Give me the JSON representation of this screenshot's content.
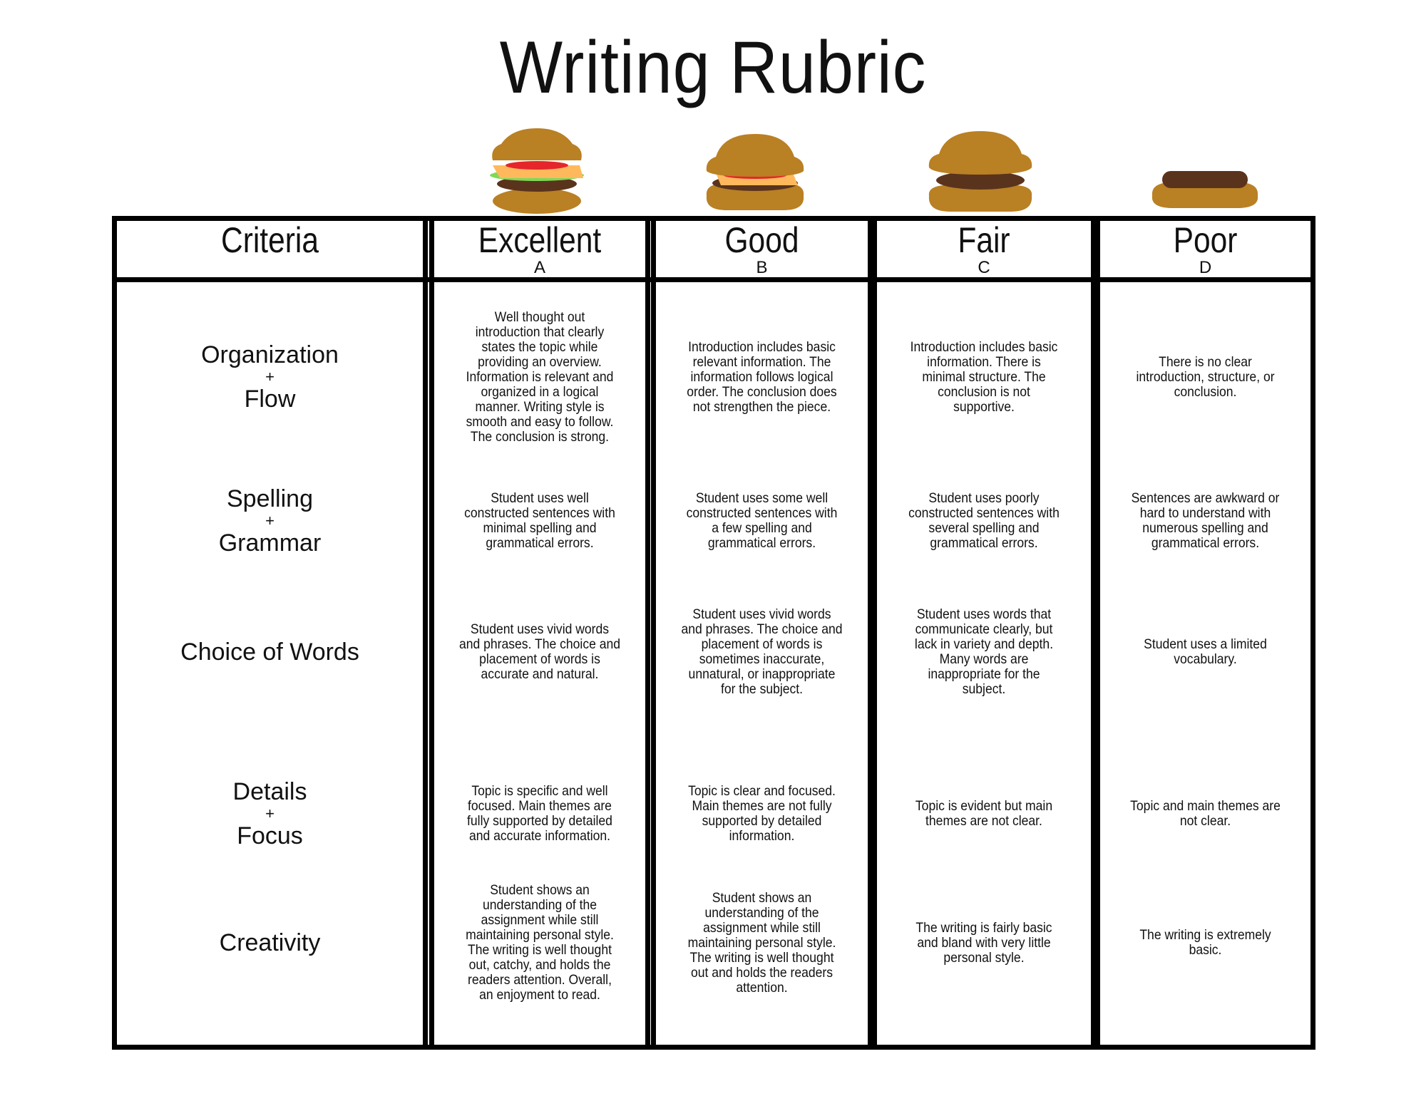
{
  "title": "Writing Rubric",
  "colors": {
    "bun": "#B98024",
    "patty": "#5A331D",
    "lettuce": "#7ED957",
    "tomato": "#E5262A",
    "cheese": "#FFB95C",
    "border": "#000000"
  },
  "header": {
    "criteria_label": "Criteria",
    "levels": [
      {
        "label": "Excellent",
        "grade": "A",
        "icon": "full-burger-icon"
      },
      {
        "label": "Good",
        "grade": "B",
        "icon": "cheeseburger-icon"
      },
      {
        "label": "Fair",
        "grade": "C",
        "icon": "plain-burger-icon"
      },
      {
        "label": "Poor",
        "grade": "D",
        "icon": "bottom-bun-patty-icon"
      }
    ]
  },
  "rows": [
    {
      "criteria_top": "Organization",
      "criteria_plus": "+",
      "criteria_bottom": "Flow",
      "cells": [
        "Well thought out\nintroduction that clearly\nstates the topic while\nproviding an overview.\nInformation is relevant and\norganized in a logical\nmanner. Writing style is\nsmooth and easy to follow.\nThe conclusion is strong.",
        "Introduction includes basic\nrelevant information. The\ninformation follows logical\norder. The conclusion does\nnot strengthen the piece.",
        "Introduction includes basic\ninformation. There is\nminimal structure. The\nconclusion is not\nsupportive.",
        "There is no clear\nintroduction, structure, or\nconclusion."
      ]
    },
    {
      "criteria_top": "Spelling",
      "criteria_plus": "+",
      "criteria_bottom": "Grammar",
      "cells": [
        "Student uses well\nconstructed sentences with\nminimal spelling and\ngrammatical errors.",
        "Student uses some well\nconstructed sentences with\na few spelling and\ngrammatical errors.",
        "Student uses poorly\nconstructed sentences with\nseveral spelling and\ngrammatical errors.",
        "Sentences are awkward or\nhard to understand with\nnumerous spelling and\ngrammatical errors."
      ]
    },
    {
      "criteria_top": "Choice of Words",
      "criteria_plus": "",
      "criteria_bottom": "",
      "cells": [
        "Student uses vivid words\nand phrases. The choice and\nplacement of words is\naccurate and natural.",
        "Student uses vivid words\nand phrases. The choice and\nplacement of words is\nsometimes inaccurate,\nunnatural, or inappropriate\nfor the subject.",
        "Student uses words that\ncommunicate clearly, but\nlack in variety and depth.\nMany words are\ninappropriate for the\nsubject.",
        "Student uses a limited\nvocabulary."
      ]
    },
    {
      "criteria_top": "Details",
      "criteria_plus": "+",
      "criteria_bottom": "Focus",
      "cells": [
        "Topic is specific and well\nfocused. Main themes are\nfully supported by detailed\nand accurate information.",
        "Topic is clear and focused.\nMain themes are not fully\nsupported by detailed\ninformation.",
        "Topic is evident but main\nthemes are not clear.",
        "Topic and main themes are\nnot clear."
      ]
    },
    {
      "criteria_top": "Creativity",
      "criteria_plus": "",
      "criteria_bottom": "",
      "cells": [
        "Student shows an\nunderstanding of the\nassignment while still\nmaintaining personal style.\nThe writing is well thought\nout, catchy, and holds the\nreaders attention. Overall,\nan enjoyment to read.",
        "Student shows an\nunderstanding of the\nassignment while still\nmaintaining personal style.\nThe writing is well thought\nout and holds the readers\nattention.",
        "The writing is fairly basic\nand bland with very little\npersonal style.",
        "The writing is extremely\nbasic."
      ]
    }
  ]
}
